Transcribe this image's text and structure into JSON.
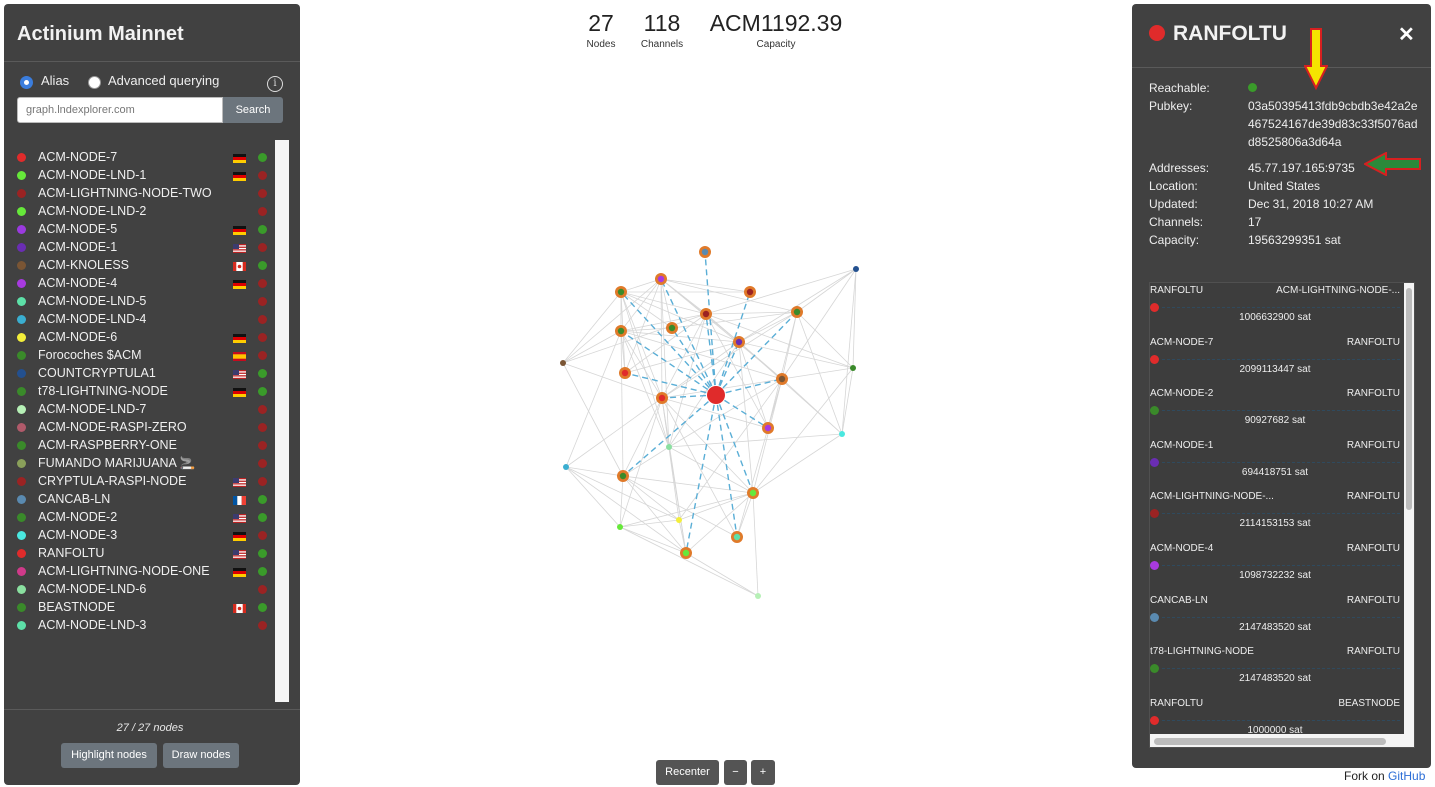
{
  "left_panel": {
    "title": "Actinium Mainnet",
    "mode_alias_label": "Alias",
    "mode_advanced_label": "Advanced querying",
    "search_placeholder": "graph.lndexplorer.com",
    "search_button_label": "Search",
    "node_count_text": "27 / 27 nodes",
    "highlight_button_label": "Highlight nodes",
    "draw_button_label": "Draw nodes",
    "nodes": [
      {
        "alias": "ACM-NODE-7",
        "color": "#e02b2b",
        "flag": "de",
        "status": "#3a9b2a"
      },
      {
        "alias": "ACM-NODE-LND-1",
        "color": "#66e83a",
        "flag": "de",
        "status": "#9b2323"
      },
      {
        "alias": "ACM-LIGHTNING-NODE-TWO",
        "color": "#9b2323",
        "flag": "",
        "status": "#9b2323"
      },
      {
        "alias": "ACM-NODE-LND-2",
        "color": "#66e83a",
        "flag": "",
        "status": "#9b2323"
      },
      {
        "alias": "ACM-NODE-5",
        "color": "#9b3ae0",
        "flag": "de",
        "status": "#3a9b2a"
      },
      {
        "alias": "ACM-NODE-1",
        "color": "#6a2db3",
        "flag": "us",
        "status": "#9b2323"
      },
      {
        "alias": "ACM-KNOLESS",
        "color": "#7a5534",
        "flag": "ca",
        "status": "#3a9b2a"
      },
      {
        "alias": "ACM-NODE-4",
        "color": "#a83ae0",
        "flag": "de",
        "status": "#9b2323"
      },
      {
        "alias": "ACM-NODE-LND-5",
        "color": "#5de0a8",
        "flag": "",
        "status": "#9b2323"
      },
      {
        "alias": "ACM-NODE-LND-4",
        "color": "#3aaed0",
        "flag": "",
        "status": "#9b2323"
      },
      {
        "alias": "ACM-NODE-6",
        "color": "#f3ee3a",
        "flag": "de",
        "status": "#9b2323"
      },
      {
        "alias": "Forocoches $ACM",
        "color": "#3a8a2a",
        "flag": "es",
        "status": "#9b2323"
      },
      {
        "alias": "COUNTCRYPTULA1",
        "color": "#23508f",
        "flag": "us",
        "status": "#3a9b2a"
      },
      {
        "alias": "t78-LIGHTNING-NODE",
        "color": "#3a8a2a",
        "flag": "de",
        "status": "#3a9b2a"
      },
      {
        "alias": "ACM-NODE-LND-7",
        "color": "#b6f0b6",
        "flag": "",
        "status": "#9b2323"
      },
      {
        "alias": "ACM-NODE-RASPI-ZERO",
        "color": "#b05a6a",
        "flag": "",
        "status": "#9b2323"
      },
      {
        "alias": "ACM-RASPBERRY-ONE",
        "color": "#3a8a2a",
        "flag": "",
        "status": "#9b2323"
      },
      {
        "alias": "FUMANDO MARIJUANA 🚬",
        "color": "#8aa05a",
        "flag": "",
        "status": "#9b2323"
      },
      {
        "alias": "CRYPTULA-RASPI-NODE",
        "color": "#9b2323",
        "flag": "us",
        "status": "#9b2323"
      },
      {
        "alias": "CANCAB-LN",
        "color": "#5a8ab0",
        "flag": "fr",
        "status": "#3a9b2a"
      },
      {
        "alias": "ACM-NODE-2",
        "color": "#3a8a2a",
        "flag": "us",
        "status": "#3a9b2a"
      },
      {
        "alias": "ACM-NODE-3",
        "color": "#4ae8e0",
        "flag": "de",
        "status": "#9b2323"
      },
      {
        "alias": "RANFOLTU",
        "color": "#e02b2b",
        "flag": "us",
        "status": "#3a9b2a"
      },
      {
        "alias": "ACM-LIGHTNING-NODE-ONE",
        "color": "#d03a8a",
        "flag": "de",
        "status": "#3a9b2a"
      },
      {
        "alias": "ACM-NODE-LND-6",
        "color": "#8ae0a0",
        "flag": "",
        "status": "#9b2323"
      },
      {
        "alias": "BEASTNODE",
        "color": "#3a8a2a",
        "flag": "ca",
        "status": "#3a9b2a"
      },
      {
        "alias": "ACM-NODE-LND-3",
        "color": "#5de0a8",
        "flag": "",
        "status": "#9b2323"
      }
    ]
  },
  "stats": {
    "nodes_value": "27",
    "nodes_label": "Nodes",
    "channels_value": "118",
    "channels_label": "Channels",
    "capacity_value": "ACM1192.39",
    "capacity_label": "Capacity"
  },
  "controls": {
    "recenter_label": "Recenter",
    "zoom_out_label": "−",
    "zoom_in_label": "+"
  },
  "detail": {
    "title": "RANFOLTU",
    "title_color": "#e02b2b",
    "close_glyph": "✕",
    "reachable_label": "Reachable:",
    "reachable_color": "#3a9b2a",
    "pubkey_label": "Pubkey:",
    "pubkey_value": "03a50395413fdb9cbdb3e42a2e467524167de39d83c33f5076add8525806a3d64a",
    "addresses_label": "Addresses:",
    "addresses_value": "45.77.197.165:9735",
    "location_label": "Location:",
    "location_value": "United States",
    "updated_label": "Updated:",
    "updated_value": "Dec 31, 2018 10:27 AM",
    "channels_label": "Channels:",
    "channels_value": "17",
    "capacity_label": "Capacity:",
    "capacity_value": "19563299351 sat",
    "channel_list": [
      {
        "a": "RANFOLTU",
        "b": "ACM-LIGHTNING-NODE-...",
        "color": "#e02b2b",
        "capacity": "1006632900 sat"
      },
      {
        "a": "ACM-NODE-7",
        "b": "RANFOLTU",
        "color": "#e02b2b",
        "capacity": "2099113447 sat"
      },
      {
        "a": "ACM-NODE-2",
        "b": "RANFOLTU",
        "color": "#3a8a2a",
        "capacity": "90927682 sat"
      },
      {
        "a": "ACM-NODE-1",
        "b": "RANFOLTU",
        "color": "#6a2db3",
        "capacity": "694418751 sat"
      },
      {
        "a": "ACM-LIGHTNING-NODE-...",
        "b": "RANFOLTU",
        "color": "#9b2323",
        "capacity": "2114153153 sat"
      },
      {
        "a": "ACM-NODE-4",
        "b": "RANFOLTU",
        "color": "#a83ae0",
        "capacity": "1098732232 sat"
      },
      {
        "a": "CANCAB-LN",
        "b": "RANFOLTU",
        "color": "#5a8ab0",
        "capacity": "2147483520 sat"
      },
      {
        "a": "t78-LIGHTNING-NODE",
        "b": "RANFOLTU",
        "color": "#3a8a2a",
        "capacity": "2147483520 sat"
      },
      {
        "a": "RANFOLTU",
        "b": "BEASTNODE",
        "color": "#e02b2b",
        "capacity": "1000000 sat"
      }
    ]
  },
  "footer": {
    "fork_text": "Fork on ",
    "github_text": "GitHub"
  }
}
